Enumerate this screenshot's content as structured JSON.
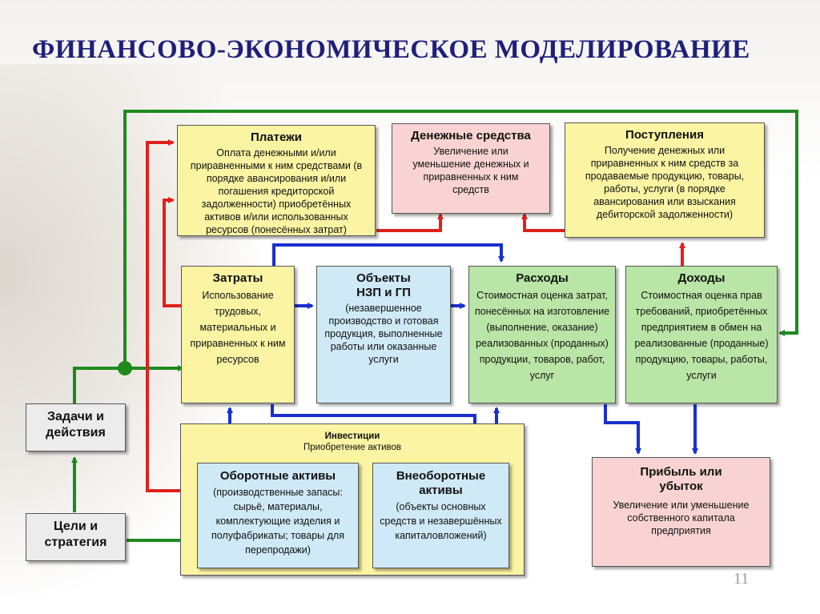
{
  "title": "ФИНАНСОВО-ЭКОНОМИЧЕСКОЕ МОДЕЛИРОВАНИЕ",
  "page_number": "11",
  "boxes": {
    "platezhi": {
      "title": "Платежи",
      "text": "Оплата денежными и/или приравненными к ним средствами (в порядке авансирования и/или погашения кредиторской задолженности) приобретённых активов и/или использованных ресурсов (понесённых затрат)"
    },
    "denezhnye": {
      "title": "Денежные средства",
      "text": "Увеличение или уменьшение денежных и приравненных к ним средств"
    },
    "postupleniya": {
      "title": "Поступления",
      "text": "Получение денежных или приравненных к ним средств за продаваемые продукцию, товары, работы, услуги (в порядке авансирования или взыскания дебиторской задолженности)"
    },
    "zatraty": {
      "title": "Затраты",
      "text": "Использование трудовых, материальных и приравненных к ним ресурсов"
    },
    "obekty": {
      "title": "Объекты НЗП и ГП",
      "text": "(незавершенное производство и готовая продукция, выполненные работы или оказанные услуги"
    },
    "raskhody": {
      "title": "Расходы",
      "text": "Стоимостная оценка затрат, понесённых на изготовление (выполнение, оказание) реализованных (проданных) продукции, товаров, работ, услуг"
    },
    "dokhody": {
      "title": "Доходы",
      "text": "Стоимостная оценка прав требований, приобретённых предприятием в обмен на реализованные (проданные) продукцию, товары, работы, услуги"
    },
    "investicii": {
      "title": "Инвестиции",
      "text": "Приобретение активов"
    },
    "oborotnye": {
      "title": "Оборотные активы",
      "text": "(производственные запасы: сырьё, материалы, комплектующие изделия и полуфабрикаты; товары для перепродажи)"
    },
    "vneoborotnye": {
      "title": "Внеоборотные активы",
      "text": "(объекты основных средств и незавершённых капиталовложений)"
    },
    "pribyl": {
      "title": "Прибыль или убыток",
      "text": "Увеличение или уменьшение собственного капитала предприятия"
    },
    "zadachi": {
      "title": "Задачи и действия"
    },
    "celi": {
      "title": "Цели и стратегия"
    }
  },
  "colors": {
    "green_line": "#1e8a1e",
    "red_line": "#e0201c",
    "blue_line": "#1a2fd0",
    "title": "#1f1f7a"
  }
}
